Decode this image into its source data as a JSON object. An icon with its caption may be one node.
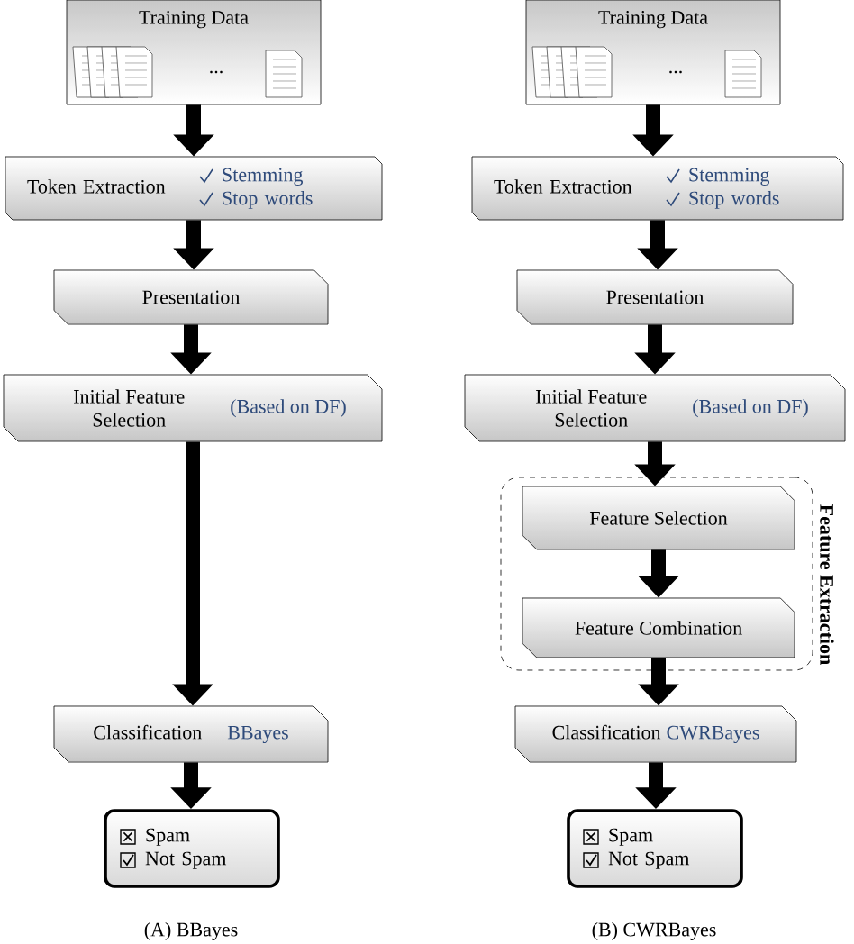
{
  "diagram": {
    "nodes": [
      {
        "text": [
          "Training Data"
        ]
      },
      {
        "text": [
          "Token Extraction",
          "Stemming",
          "Stop words"
        ]
      },
      {
        "text": [
          "Presentation"
        ]
      },
      {
        "text": [
          "Initial Feature Selection",
          "(Based on DF)"
        ]
      },
      {
        "text": [
          "Classification",
          "BBayes"
        ]
      },
      {
        "text": [
          "Spam",
          "Not Spam"
        ]
      },
      {
        "text": [
          "Training Data"
        ]
      },
      {
        "text": [
          "Token Extraction",
          "Stemming",
          "Stop words"
        ]
      },
      {
        "text": [
          "Presentation"
        ]
      },
      {
        "text": [
          "Initial Feature Selection",
          "(Based on DF)"
        ]
      },
      {
        "text": [
          "Feature Extraction"
        ]
      },
      {
        "text": [
          "Feature Selection"
        ],
        "in": 10
      },
      {
        "text": [
          "Feature Combination"
        ],
        "in": 10
      },
      {
        "text": [
          "Classification",
          "CWRBayes"
        ]
      },
      {
        "text": [
          "Spam",
          "Not Spam"
        ]
      }
    ],
    "edges": [
      {
        "from": 0,
        "to": 1,
        "arrow": "to"
      },
      {
        "from": 1,
        "to": 2,
        "arrow": "to"
      },
      {
        "from": 2,
        "to": 3,
        "arrow": "to"
      },
      {
        "from": 3,
        "to": 4,
        "arrow": "to"
      },
      {
        "from": 4,
        "to": 5,
        "arrow": "to"
      },
      {
        "from": 6,
        "to": 7,
        "arrow": "to"
      },
      {
        "from": 7,
        "to": 8,
        "arrow": "to"
      },
      {
        "from": 8,
        "to": 9,
        "arrow": "to"
      },
      {
        "from": 9,
        "to": 11,
        "arrow": "to"
      },
      {
        "from": 11,
        "to": 12,
        "arrow": "to"
      },
      {
        "from": 12,
        "to": 13,
        "arrow": "to"
      },
      {
        "from": 13,
        "to": 14,
        "arrow": "to"
      }
    ],
    "labels": [
      "...",
      "...",
      "(A) BBayes",
      "(B) CWRBayes"
    ]
  }
}
